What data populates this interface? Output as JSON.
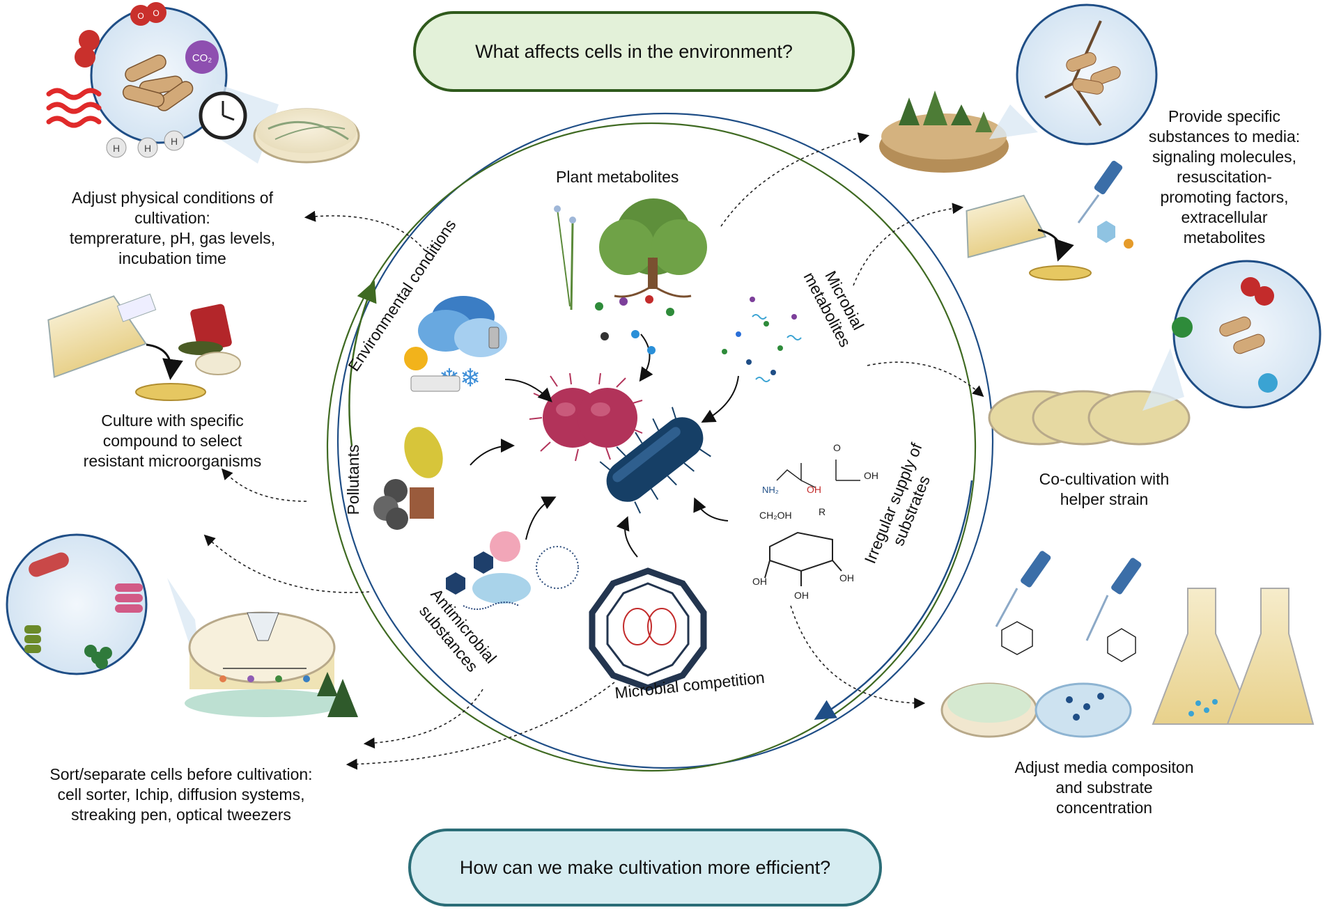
{
  "header": {
    "question_top": "What affects cells in the environment?",
    "question_bottom": "How can we make cultivation more efficient?"
  },
  "factors": {
    "plant_metabolites": "Plant metabolites",
    "microbial_metabolites": [
      "Microbial",
      "metabolites"
    ],
    "environmental_conditions": "Environmental conditions",
    "pollutants": "Pollutants",
    "antimicrobial_substances": [
      "Antimicrobial",
      "substances"
    ],
    "microbial_competition": "Microbial competition",
    "irregular_supply": [
      "Irregular supply of",
      "substrates"
    ]
  },
  "strategies": {
    "adjust_physical": [
      "Adjust physical conditions of",
      "cultivation:",
      "temprerature, pH, gas levels,",
      "incubation time"
    ],
    "culture_compound": [
      "Culture with specific",
      "compound to select",
      "resistant microorganisms"
    ],
    "sort_separate": [
      "Sort/separate cells before cultivation:",
      "cell sorter, Ichip, diffusion systems,",
      "streaking pen, optical tweezers"
    ],
    "provide_substances": [
      "Provide specific",
      "substances to media:",
      "signaling molecules,",
      "resuscitation-",
      "promoting factors,",
      "extracellular",
      "metabolites"
    ],
    "co_cultivation": [
      "Co-cultivation with",
      "helper strain"
    ],
    "adjust_media": [
      "Adjust media compositon",
      "and substrate",
      "concentration"
    ]
  },
  "icon_labels": {
    "co2": "CO₂",
    "hydrogen": "H",
    "oxygen": "O",
    "glucose_group": "CH₂OH",
    "hydroxyl": "OH",
    "amine": "NH₂",
    "oxygen_atom": "O",
    "r_group": "R"
  },
  "colors": {
    "pill_top_fill": "#e3f1d9",
    "pill_top_border": "#2f5a1c",
    "pill_bottom_fill": "#d6ecf1",
    "pill_bottom_border": "#2b6d77",
    "ring_green": "#3f6a22",
    "ring_blue": "#1f4e86",
    "coccus": "#b2335a",
    "rod": "#163f66"
  }
}
